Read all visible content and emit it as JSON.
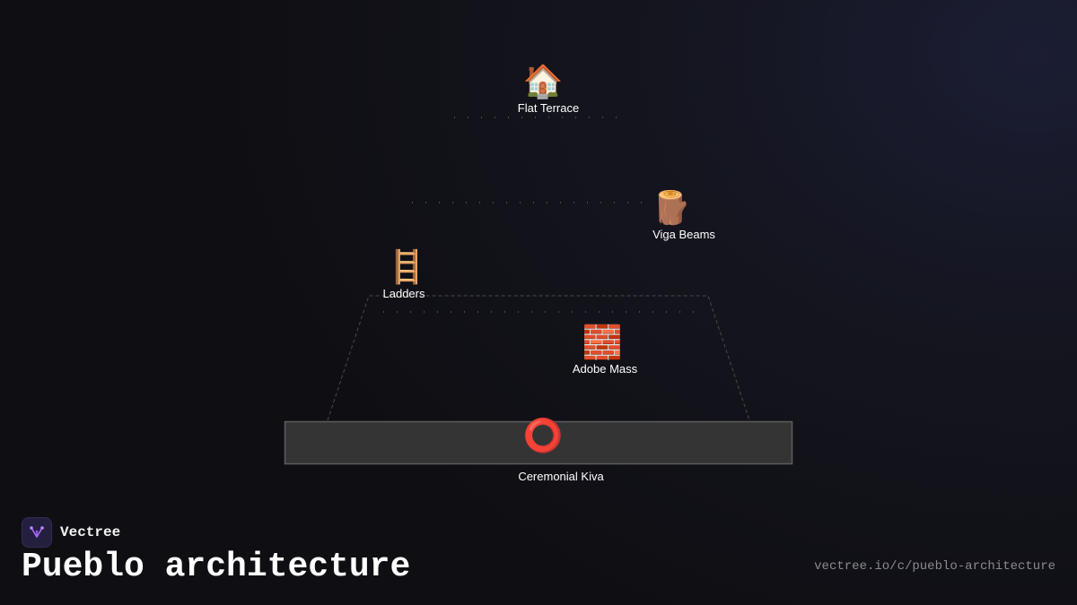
{
  "diagram": {
    "nodes": [
      {
        "id": "flat-terrace",
        "label": "Flat Terrace",
        "icon": "house-icon",
        "emoji": "🏠"
      },
      {
        "id": "viga-beams",
        "label": "Viga Beams",
        "icon": "log-icon",
        "emoji": "🪵"
      },
      {
        "id": "ladders",
        "label": "Ladders",
        "icon": "ladder-icon",
        "emoji": "🪜"
      },
      {
        "id": "adobe-mass",
        "label": "Adobe Mass",
        "icon": "brick-icon",
        "emoji": "🧱"
      },
      {
        "id": "ceremonial-kiva",
        "label": "Ceremonial Kiva",
        "icon": "ring-icon",
        "emoji": "⭕"
      }
    ]
  },
  "footer": {
    "brand_name": "Vectree",
    "title": "Pueblo architecture",
    "url": "vectree.io/c/pueblo-architecture"
  },
  "colors": {
    "background": "#0f0f13",
    "accent": "#a855f7",
    "outline": "#5a5a5a",
    "base_fill": "#343434"
  }
}
